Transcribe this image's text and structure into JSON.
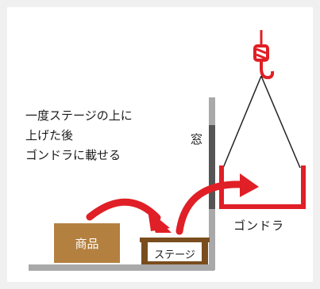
{
  "caption": {
    "line1": "一度ステージの上に",
    "line2": "上げた後",
    "line3": "ゴンドラに載せる"
  },
  "labels": {
    "window": "窓",
    "gondola": "ゴンドラ",
    "product": "商品",
    "stage": "ステージ"
  },
  "colors": {
    "accent_red": "#e01f26",
    "product_brown": "#b4803f",
    "stage_brown": "#7a4d1e",
    "wall_gray": "#a9a9a9",
    "window_dark": "#555555",
    "rope": "#222222"
  }
}
